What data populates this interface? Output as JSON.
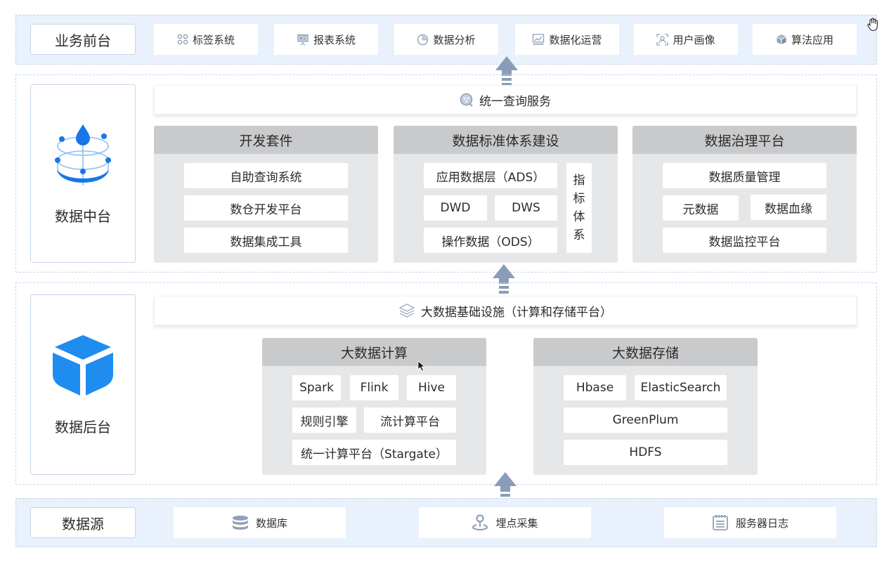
{
  "front": {
    "label": "业务前台",
    "items": [
      {
        "label": "标签系统",
        "icon": "grid-icon"
      },
      {
        "label": "报表系统",
        "icon": "presentation-icon"
      },
      {
        "label": "数据分析",
        "icon": "pie-chart-icon"
      },
      {
        "label": "数据化运营",
        "icon": "line-chart-icon"
      },
      {
        "label": "用户画像",
        "icon": "user-scan-icon"
      },
      {
        "label": "算法应用",
        "icon": "cube-icon"
      }
    ]
  },
  "middle": {
    "label": "数据中台",
    "icon": "data-globe-icon",
    "query_service": "统一查询服务",
    "dev_kit": {
      "title": "开发套件",
      "items": [
        "自助查询系统",
        "数仓开发平台",
        "数据集成工具"
      ]
    },
    "standards": {
      "title": "数据标准体系建设",
      "ads": "应用数据层（ADS）",
      "dwd": "DWD",
      "dws": "DWS",
      "ods": "操作数据（ODS）",
      "metrics": [
        "指",
        "标",
        "体",
        "系"
      ]
    },
    "governance": {
      "title": "数据治理平台",
      "quality": "数据质量管理",
      "metadata": "元数据",
      "lineage": "数据血缘",
      "monitoring": "数据监控平台"
    }
  },
  "backend": {
    "label": "数据后台",
    "icon": "box-icon",
    "infra": "大数据基础设施（计算和存储平台）",
    "compute": {
      "title": "大数据计算",
      "spark": "Spark",
      "flink": "Flink",
      "hive": "Hive",
      "rules": "规则引擎",
      "stream": "流计算平台",
      "unified": "统一计算平台（Stargate）"
    },
    "storage": {
      "title": "大数据存储",
      "hbase": "Hbase",
      "es": "ElasticSearch",
      "greenplum": "GreenPlum",
      "hdfs": "HDFS"
    }
  },
  "sources": {
    "label": "数据源",
    "items": [
      {
        "label": "数据库",
        "icon": "database-icon"
      },
      {
        "label": "埋点采集",
        "icon": "location-pin-icon"
      },
      {
        "label": "服务器日志",
        "icon": "notepad-icon"
      }
    ]
  },
  "colors": {
    "accent": "#1677e8",
    "icon_gray": "#8fa1b8",
    "arrow": "#8a9db8"
  }
}
